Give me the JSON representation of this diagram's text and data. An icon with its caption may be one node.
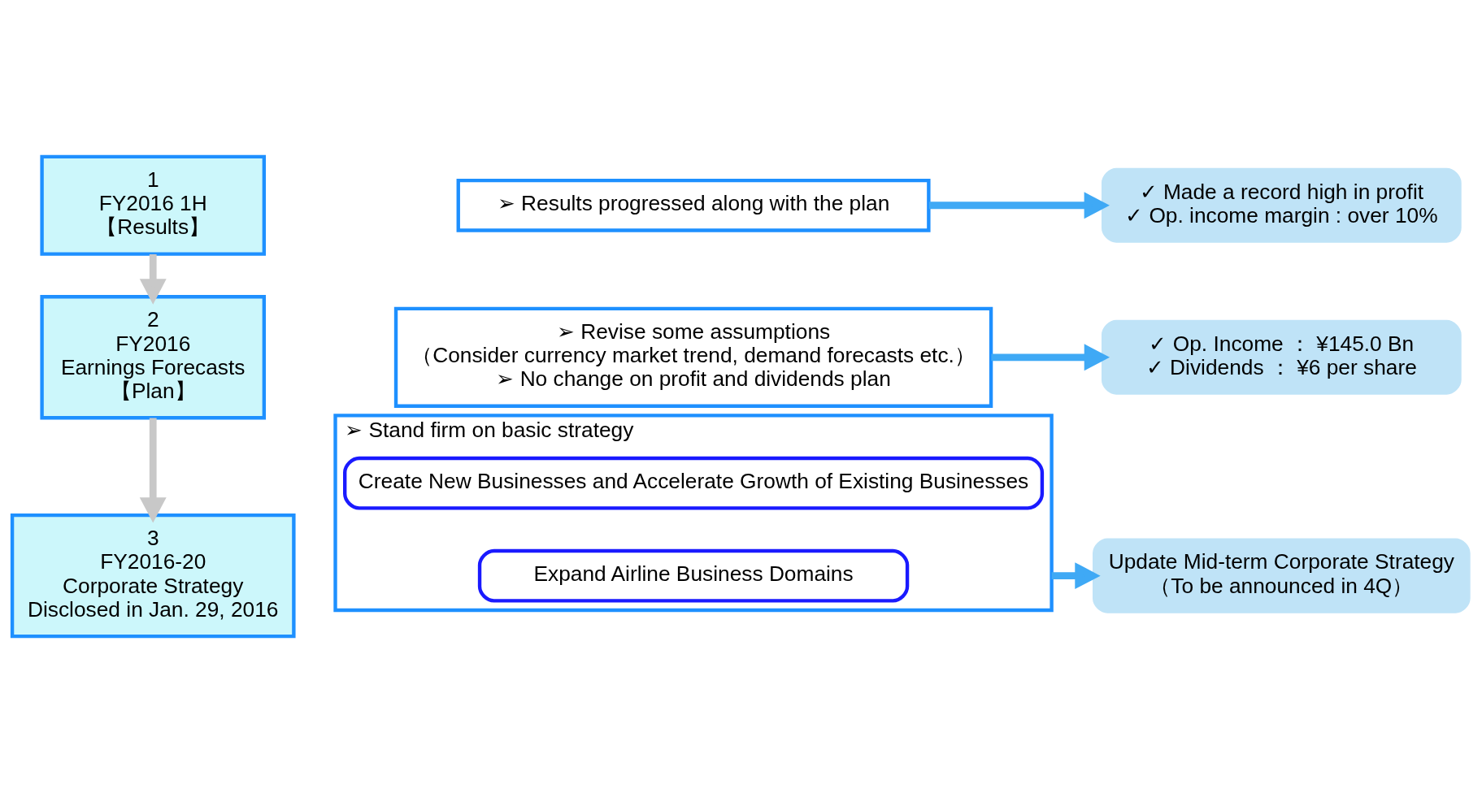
{
  "diagram": {
    "nodes": [
      {
        "text": [
          "1",
          "FY2016 1H",
          "【Results】"
        ]
      },
      {
        "text": [
          "➢ Results progressed along with the plan"
        ]
      },
      {
        "text": [
          "✓ Made a record high in profit",
          "✓ Op. income margin : over 10%"
        ]
      },
      {
        "text": [
          "2",
          "FY2016",
          "Earnings Forecasts",
          "【Plan】"
        ]
      },
      {
        "text": [
          "➢ Revise some assumptions",
          "（Consider currency market trend, demand forecasts etc.）",
          "➢ No change on profit and dividends plan"
        ]
      },
      {
        "text": [
          "✓ Op. Income ： ¥145.0 Bn",
          "✓ Dividends ： ¥6 per share"
        ]
      },
      {
        "text": [
          "3",
          "FY2016-20",
          "Corporate Strategy",
          "Disclosed in Jan. 29, 2016"
        ]
      },
      {
        "text": [
          "➢ Stand firm on basic strategy"
        ]
      },
      {
        "text": [
          "Expand Airline Business Domains"
        ],
        "in": 7
      },
      {
        "text": [
          "Create New Businesses and Accelerate Growth of Existing Businesses"
        ],
        "in": 7
      },
      {
        "text": [
          "Update Mid-term Corporate Strategy",
          "（To be announced in 4Q）"
        ]
      }
    ],
    "edges": [
      {
        "from": 1,
        "to": 2,
        "arrow": "to"
      },
      {
        "from": 0,
        "to": 3,
        "arrow": "to",
        "color": "#c8c8c8"
      },
      {
        "from": 4,
        "to": 5,
        "arrow": "to"
      },
      {
        "from": 3,
        "to": 6,
        "arrow": "to",
        "color": "#c8c8c8"
      },
      {
        "from": 7,
        "to": 10,
        "arrow": "to"
      }
    ]
  }
}
